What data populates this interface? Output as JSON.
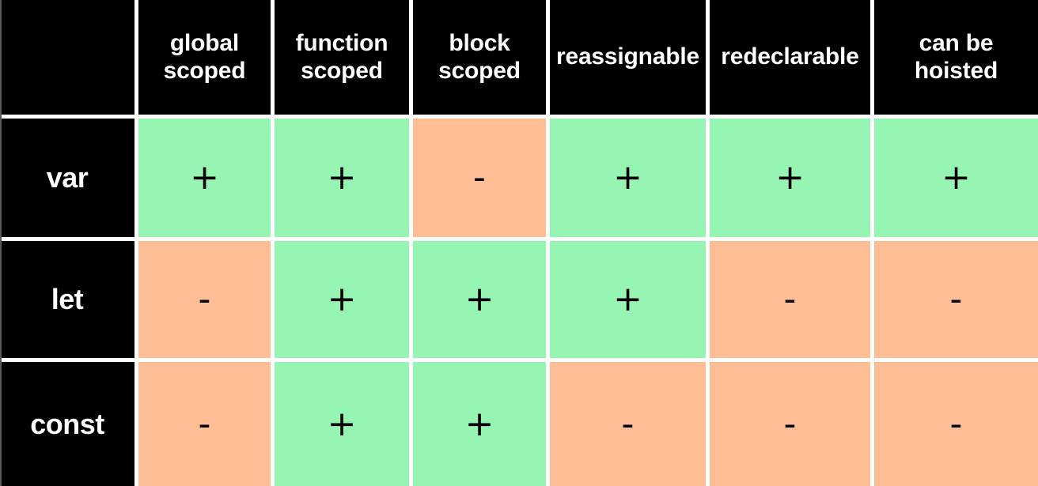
{
  "table": {
    "corner_label": "",
    "columns": [
      {
        "id": "global-scoped",
        "label": "global\nscoped"
      },
      {
        "id": "function-scoped",
        "label": "function\nscoped"
      },
      {
        "id": "block-scoped",
        "label": "block\nscoped"
      },
      {
        "id": "reassignable",
        "label": "reassignable"
      },
      {
        "id": "redeclarable",
        "label": "redeclarable"
      },
      {
        "id": "can-be-hoisted",
        "label": "can be\nhoisted"
      }
    ],
    "rows": [
      {
        "id": "var",
        "label": "var",
        "cells": [
          {
            "mark": "+",
            "state": "yes"
          },
          {
            "mark": "+",
            "state": "yes"
          },
          {
            "mark": "-",
            "state": "no"
          },
          {
            "mark": "+",
            "state": "yes"
          },
          {
            "mark": "+",
            "state": "yes"
          },
          {
            "mark": "+",
            "state": "yes"
          }
        ]
      },
      {
        "id": "let",
        "label": "let",
        "cells": [
          {
            "mark": "-",
            "state": "no"
          },
          {
            "mark": "+",
            "state": "yes"
          },
          {
            "mark": "+",
            "state": "yes"
          },
          {
            "mark": "+",
            "state": "yes"
          },
          {
            "mark": "-",
            "state": "no"
          },
          {
            "mark": "-",
            "state": "no"
          }
        ]
      },
      {
        "id": "const",
        "label": "const",
        "cells": [
          {
            "mark": "-",
            "state": "no"
          },
          {
            "mark": "+",
            "state": "yes"
          },
          {
            "mark": "+",
            "state": "yes"
          },
          {
            "mark": "-",
            "state": "no"
          },
          {
            "mark": "-",
            "state": "no"
          },
          {
            "mark": "-",
            "state": "no"
          }
        ]
      }
    ]
  },
  "colors": {
    "header_bg": "#000000",
    "header_text": "#ffffff",
    "yes_bg": "#97f5b4",
    "no_bg": "#fdbe96",
    "grid": "#ffffff",
    "mark_text": "#000000"
  }
}
